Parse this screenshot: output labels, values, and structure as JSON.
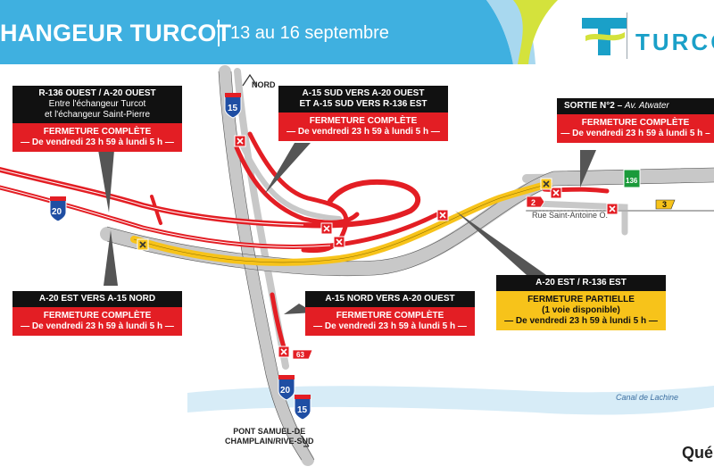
{
  "header": {
    "title": "HANGEUR TURCOT",
    "dates": "13 au 16 septembre",
    "logo_text": "TURCO",
    "primary_color": "#3fb0e0",
    "accent_color": "#d4e23c"
  },
  "map": {
    "north_label": "NORD",
    "street_label": "Rue Saint-Antoine O.",
    "bridge_label": "PONT SAMUEL-DE CHAMPLAIN/RIVE-SUD",
    "bridge_line1": "PONT SAMUEL-DE",
    "bridge_line2": "CHAMPLAIN/RIVE-SUD",
    "canal_label": "Canal de Lachine",
    "sign_15_top": "15",
    "sign_20_left": "20",
    "sign_20_bottom": "20",
    "sign_15_bottom": "15",
    "sign_136": "136",
    "exit_2": "2",
    "exit_3": "3",
    "exit_63": "63",
    "closure_color": "#e31e24",
    "partial_color": "#f7c31a",
    "road_color": "#c8c8c8"
  },
  "callouts": {
    "r136": {
      "head1": "R-136 OUEST / A-20 OUEST",
      "sub1": "Entre l'échangeur Turcot",
      "sub2": "et l'échangeur Saint-Pierre",
      "status": "FERMETURE COMPLÈTE",
      "time": "— De vendredi 23 h 59 à lundi 5 h —"
    },
    "a15sud": {
      "head1": "A-15 SUD VERS A-20 OUEST",
      "head2": "ET A-15 SUD VERS R-136 EST",
      "status": "FERMETURE COMPLÈTE",
      "time": "— De vendredi 23 h 59 à lundi 5 h —"
    },
    "sortie": {
      "head_bold": "SORTIE N°2 –",
      "head_light": "Av. Atwater",
      "status": "FERMETURE COMPLÈTE",
      "time": "— De vendredi 23 h 59 à lundi 5 h –"
    },
    "a20est": {
      "head1": "A-20 EST VERS A-15 NORD",
      "status": "FERMETURE COMPLÈTE",
      "time": "— De vendredi 23 h 59 à lundi 5 h —"
    },
    "a15nord": {
      "head1": "A-15 NORD VERS A-20 OUEST",
      "status": "FERMETURE COMPLÈTE",
      "time": "— De vendredi 23 h 59 à lundi 5 h —"
    },
    "r136est": {
      "head1": "A-20 EST / R-136 EST",
      "status": "FERMETURE PARTIELLE",
      "status2": "(1 voie disponible)",
      "time": "— De vendredi 23 h 59 à lundi 5 h —"
    }
  },
  "footer": {
    "brand": "Qué"
  }
}
